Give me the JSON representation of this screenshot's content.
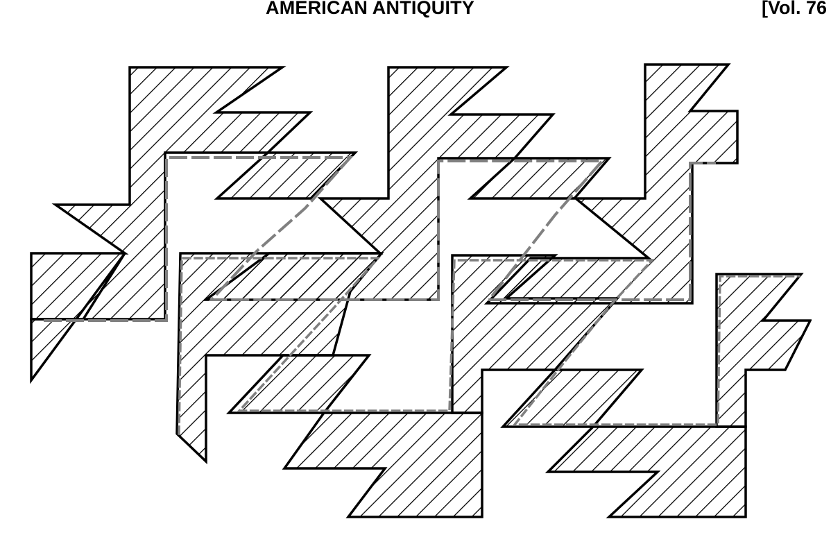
{
  "page_header": {
    "journal_title": "AMERICAN ANTIQUITY",
    "volume": "[Vol. 76"
  },
  "figure": {
    "description_visible": false,
    "ink_color": "#000000",
    "trace_dash_color": "#808080",
    "units": [
      {
        "id": "row-1-left"
      },
      {
        "id": "row-1-middle"
      },
      {
        "id": "row-1-right"
      },
      {
        "id": "row-2-left"
      },
      {
        "id": "row-2-middle"
      },
      {
        "id": "row-2-right"
      }
    ]
  }
}
